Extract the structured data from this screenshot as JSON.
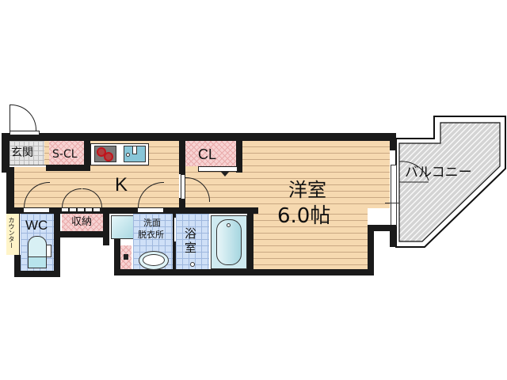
{
  "floor_plan": {
    "rooms": {
      "entrance": {
        "label": "玄関"
      },
      "shoe_closet": {
        "label": "S-CL"
      },
      "kitchen": {
        "label": "K"
      },
      "closet": {
        "label": "CL"
      },
      "western_room": {
        "label": "洋室",
        "size": "6.0帖"
      },
      "balcony": {
        "label": "バルコニー"
      },
      "wc": {
        "label": "WC"
      },
      "counter": {
        "label": "カウンター"
      },
      "storage": {
        "label": "収納"
      },
      "washroom": {
        "label_line1": "洗面",
        "label_line2": "脱衣所"
      },
      "bathroom": {
        "label_line1": "浴",
        "label_line2": "室"
      }
    },
    "colors": {
      "wall": "#1a1a1a",
      "wood_floor": "#f6d9b0",
      "tile_floor": "#cfe0f7",
      "storage_fill": "#f7d3d3",
      "balcony_fill": "#d9d9d9"
    }
  }
}
